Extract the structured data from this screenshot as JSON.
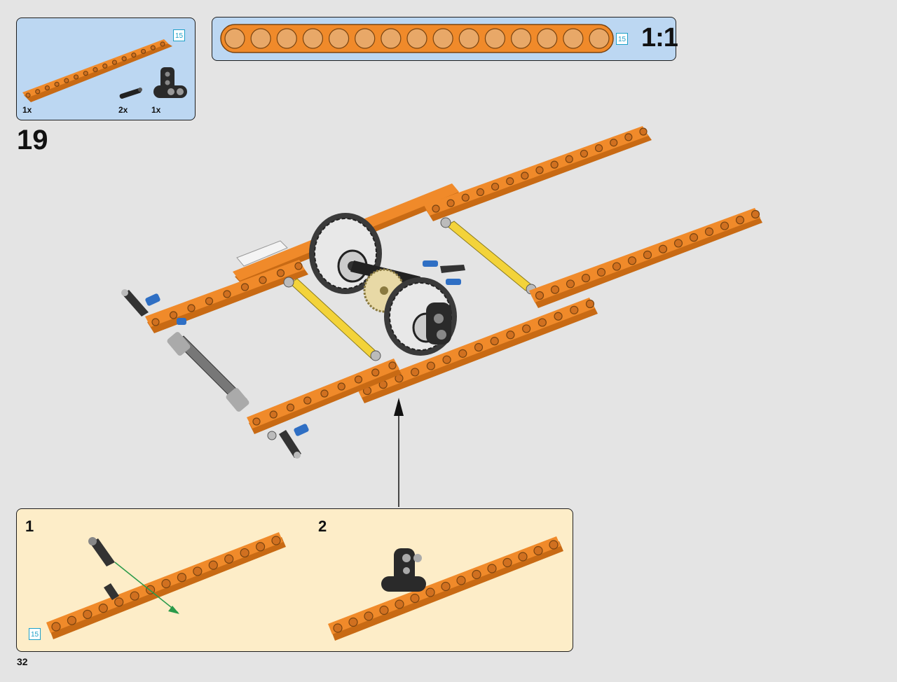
{
  "parts_list": {
    "length_label": "15",
    "items": [
      {
        "name": "beam-15",
        "qty": "1x"
      },
      {
        "name": "connector-pin",
        "qty": "2x"
      },
      {
        "name": "angled-liftarm",
        "qty": "1x"
      }
    ]
  },
  "scale_callout": {
    "length_label": "15",
    "ratio": "1:1",
    "holes": 15
  },
  "step": {
    "number": "19"
  },
  "substeps": [
    {
      "number": "1",
      "length_label": "15"
    },
    {
      "number": "2"
    }
  ],
  "page": {
    "number": "32"
  },
  "colors": {
    "beam_orange": "#f08a2a",
    "parts_panel": "#bcd7f2",
    "substep_panel": "#fdedc8",
    "axle_yellow": "#f3d33a",
    "pin_blue": "#2f6fc4",
    "length_label_blue": "#1ea0c8"
  }
}
